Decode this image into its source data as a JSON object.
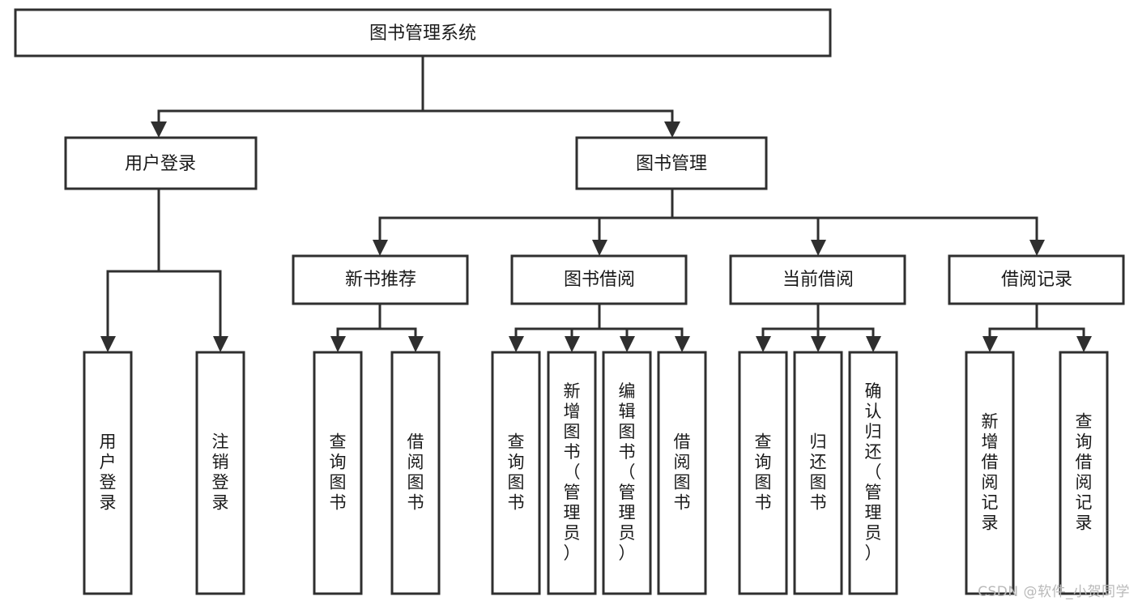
{
  "diagram": {
    "title": "图书管理系统",
    "type": "tree-hierarchy-chart",
    "root": {
      "id": "root",
      "label": "图书管理系统",
      "orientation": "horizontal"
    },
    "level2": [
      {
        "id": "user-login",
        "label": "用户登录",
        "orientation": "horizontal"
      },
      {
        "id": "book-management",
        "label": "图书管理",
        "orientation": "horizontal"
      }
    ],
    "level3": [
      {
        "id": "new-book-recommend",
        "label": "新书推荐",
        "orientation": "horizontal",
        "parent": "book-management"
      },
      {
        "id": "book-borrow",
        "label": "图书借阅",
        "orientation": "horizontal",
        "parent": "book-management"
      },
      {
        "id": "current-borrow",
        "label": "当前借阅",
        "orientation": "horizontal",
        "parent": "book-management"
      },
      {
        "id": "borrow-record",
        "label": "借阅记录",
        "orientation": "horizontal",
        "parent": "book-management"
      }
    ],
    "leaves": [
      {
        "id": "leaf-user-login",
        "label": "用户登录",
        "parent": "user-login",
        "orientation": "vertical"
      },
      {
        "id": "leaf-user-logout",
        "label": "注销登录",
        "parent": "user-login",
        "orientation": "vertical"
      },
      {
        "id": "leaf-query-book-1",
        "label": "查询图书",
        "parent": "new-book-recommend",
        "orientation": "vertical"
      },
      {
        "id": "leaf-borrow-book-1",
        "label": "借阅图书",
        "parent": "new-book-recommend",
        "orientation": "vertical"
      },
      {
        "id": "leaf-query-book-2",
        "label": "查询图书",
        "parent": "book-borrow",
        "orientation": "vertical"
      },
      {
        "id": "leaf-add-book",
        "label": "新增图书（管理员）",
        "parent": "book-borrow",
        "orientation": "vertical"
      },
      {
        "id": "leaf-edit-book",
        "label": "编辑图书（管理员）",
        "parent": "book-borrow",
        "orientation": "vertical"
      },
      {
        "id": "leaf-borrow-book-2",
        "label": "借阅图书",
        "parent": "book-borrow",
        "orientation": "vertical"
      },
      {
        "id": "leaf-query-book-3",
        "label": "查询图书",
        "parent": "current-borrow",
        "orientation": "vertical"
      },
      {
        "id": "leaf-return-book",
        "label": "归还图书",
        "parent": "current-borrow",
        "orientation": "vertical"
      },
      {
        "id": "leaf-confirm-return",
        "label": "确认归还（管理员）",
        "parent": "current-borrow",
        "orientation": "vertical"
      },
      {
        "id": "leaf-add-record",
        "label": "新增借阅记录",
        "parent": "borrow-record",
        "orientation": "vertical"
      },
      {
        "id": "leaf-query-record",
        "label": "查询借阅记录",
        "parent": "borrow-record",
        "orientation": "vertical"
      }
    ],
    "colors": {
      "stroke": "#2f2f2f",
      "fill": "#ffffff",
      "text": "#1a1a1a",
      "watermark": "#b9b9b9"
    }
  },
  "watermark": {
    "text": "CSDN @软件_小贺同学"
  }
}
